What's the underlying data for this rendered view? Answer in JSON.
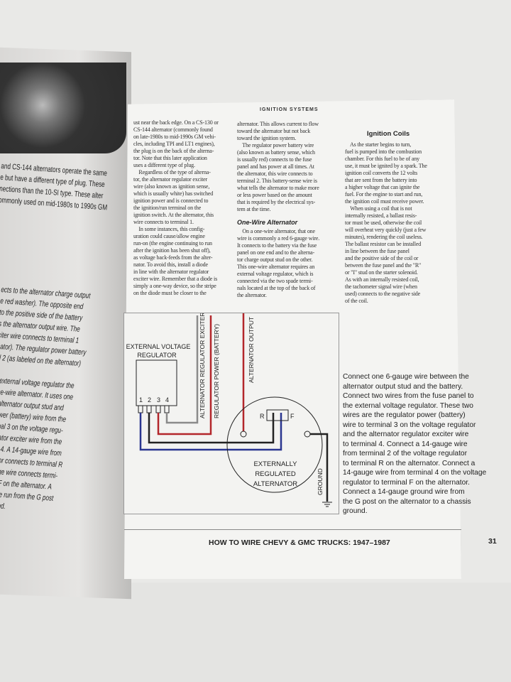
{
  "left_page": {
    "caption_top": [
      "and CS-144 alternators operate the same",
      "e but have a different type of plug. These",
      "nections than the 10-SI type. These alter",
      "ommonly used on mid-1980s to 1990s GM"
    ],
    "caption_bottom": [
      "ects to the alternator charge output",
      "e red washer). The opposite end",
      "to the positive side of the battery",
      "s the alternator output wire. The",
      "citer wire connects to terminal 1",
      "nator). The regulator power battery",
      "al 2 (as labeled on the alternator)",
      "",
      "e external voltage regulator the",
      "one-wire alternator. It uses one",
      "e alternator output stud and",
      "power (battery) wire from the",
      "minal 3 on the voltage regu-",
      "gulator exciter wire from the",
      "inal 4. A 14-gauge wire from",
      "ulator connects to terminal R",
      "gauge wire connects termi-",
      "inal F on the alternator. A",
      "lso be run from the G post",
      "ground."
    ]
  },
  "right_page": {
    "running_head": "IGNITION SYSTEMS",
    "col1": [
      "ust near the back edge. On a CS-130 or",
      "CS-144 alternator (commonly found",
      "on late-1980s to mid-1990s GM vehi-",
      "cles, including TPI and LT1 engines),",
      "the plug is on the back of the alterna-",
      "tor. Note that this later application",
      "uses a different type of plug.",
      "    Regardless of the type of alterna-",
      "tor, the alternator regulator exciter",
      "wire (also known as ignition sense,",
      "which is usually white) has switched",
      "ignition power and is connected to",
      "the ignition/run terminal on the",
      "ignition switch. At the alternator, this",
      "wire connects to terminal 1.",
      "    In some instances, this config-",
      "uration could cause/allow engine",
      "run-on (the engine continuing to run",
      "after the ignition has been shut off),",
      "as voltage back-feeds from the alter-",
      "nator. To avoid this, install a diode",
      "in line with the alternator regulator",
      "exciter wire. Remember that a diode is",
      "simply a one-way device, so the stripe",
      "on the diode must be closer to the"
    ],
    "col2a": [
      "alternator. This allows current to flow",
      "toward the alternator but not back",
      "toward the ignition system.",
      "    The regulator power battery wire",
      "(also known as battery sense, which",
      "is usually red) connects to the fuse",
      "panel and has power at all times. At",
      "the alternator, this wire connects to",
      "terminal 2. This battery-sense wire is",
      "what tells the alternator to make more",
      "or less power based on the amount",
      "that is required by the electrical sys-",
      "tem at the time."
    ],
    "one_wire_heading": "One-Wire Alternator",
    "col2b": [
      "    On a one-wire alternator, that one",
      "wire is commonly a red 6-gauge wire.",
      "It connects to the battery via the fuse",
      "panel on one end and to the alterna-",
      "tor charge output stud on the other.",
      "This one-wire alternator requires an",
      "external voltage regulator, which is",
      "connected via the two spade termi-",
      "nals located at the top of the back of",
      "the alternator."
    ],
    "ignition_coils_heading": "Ignition Coils",
    "col3": [
      "    As the starter begins to turn,",
      "fuel is pumped into the combustion",
      "chamber. For this fuel to be of any",
      "use, it must be ignited by a spark. The",
      "ignition coil converts the 12 volts",
      "that are sent from the battery into",
      "a higher voltage that can ignite the",
      "fuel. For the engine to start and run,",
      "the ignition coil must receive power.",
      "    When using a coil that is not",
      "internally resisted, a ballast resis-",
      "tor must be used, otherwise the coil",
      "will overheat very quickly (just a few",
      "minutes), rendering the coil useless.",
      "The ballast resistor can be installed",
      "in line between the fuse panel",
      "and the positive side of the coil or",
      "between the fuse panel and the \"R\"",
      "or \"I\" stud on the starter solenoid.",
      "As with an internally resisted coil,",
      "the tachometer signal wire (when",
      "used) connects to the negative side",
      "of the coil."
    ],
    "diagram": {
      "regulator_label_1": "EXTERNAL VOLTAGE",
      "regulator_label_2": "REGULATOR",
      "terminals": [
        "1",
        "2",
        "3",
        "4"
      ],
      "wire_exciter": "ALTERNATOR REGULATOR EXCITER",
      "wire_power": "REGULATOR POWER (BATTERY)",
      "wire_output": "ALTERNATOR OUTPUT",
      "terminal_r": "R",
      "terminal_f": "F",
      "alt_label": [
        "EXTERNALLY",
        "REGULATED",
        "ALTERNATOR"
      ],
      "ground": "GROUND",
      "colors": {
        "red": "#b3262b",
        "blue": "#2a3590",
        "gray": "#8a8a8a",
        "black": "#222222"
      }
    },
    "diagram_caption": [
      "Connect one 6-gauge wire between the",
      "alternator output stud and the battery.",
      "Connect two wires from the fuse panel to",
      "the external voltage regulator. These two",
      "wires are the regulator power (battery)",
      "wire to terminal 3 on the voltage regulator",
      "and the alternator regulator exciter wire",
      "to terminal 4. Connect a 14-gauge wire",
      "from terminal 2 of the voltage regulator",
      "to terminal R on the alternator. Connect a",
      "14-gauge wire from terminal 4 on the voltage",
      "regulator to terminal F on the alternator.",
      "Connect a 14-gauge ground wire from",
      "the G post on the alternator to a chassis",
      "ground."
    ],
    "footer_title": "HOW TO WIRE CHEVY & GMC TRUCKS: 1947–1987",
    "page_number": "31"
  }
}
